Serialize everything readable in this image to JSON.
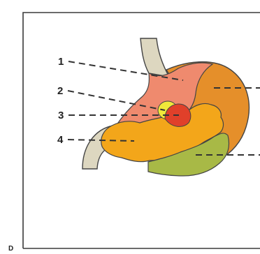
{
  "panel": {
    "letter": "D"
  },
  "callouts": [
    {
      "number": "1"
    },
    {
      "number": "2"
    },
    {
      "number": "3"
    },
    {
      "number": "4"
    }
  ],
  "colors": {
    "background": "#ffffff",
    "frame": "#3a3a3a",
    "esophagus": "#ddd7c0",
    "duodenum": "#ddd7c0",
    "cardia_pink": "#ef8a6e",
    "fundus_orange": "#e58f2a",
    "body_yellow": "#f3a61a",
    "antrum_green": "#a8b946",
    "yellow_spot": "#f0e83a",
    "red_spot": "#e0402a"
  }
}
